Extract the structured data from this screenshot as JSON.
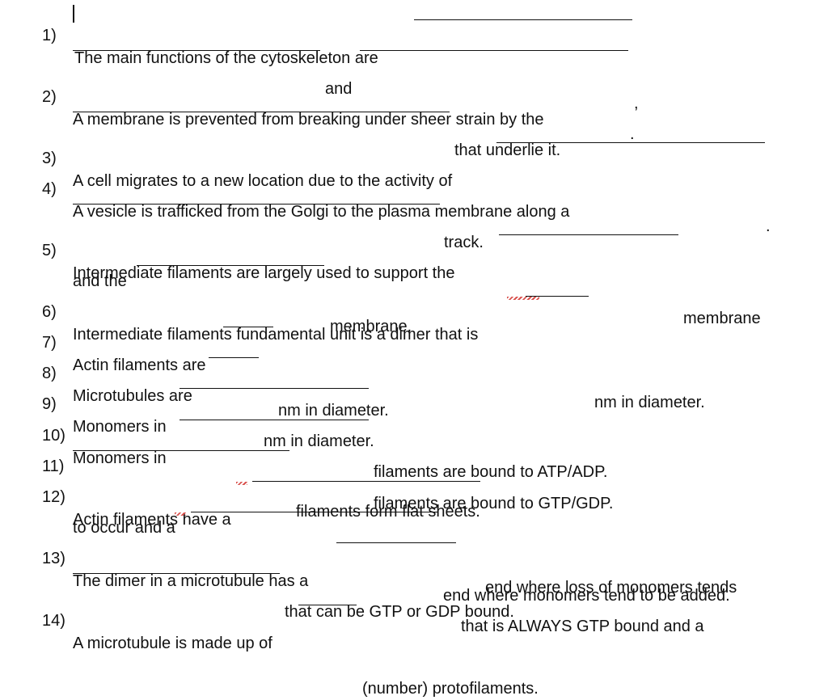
{
  "questions": [
    {
      "num": "1)",
      "segments": [
        "The main functions of the cytoskeleton are",
        ","
      ],
      "cont": [
        "and",
        "."
      ]
    },
    {
      "num": "2)",
      "segments": [
        "A membrane is prevented from breaking under sheer strain by the"
      ],
      "cont": [
        "that underlie it."
      ]
    },
    {
      "num": "3)",
      "segments": [
        "A cell migrates to a new location due to the activity of",
        "."
      ]
    },
    {
      "num": "4)",
      "segments": [
        "A vesicle is trafficked from the Golgi to the plasma membrane along a"
      ],
      "cont": [
        "track."
      ]
    },
    {
      "num": "5)",
      "segments": [
        "Intermediate filaments are largely used to support the",
        "membrane"
      ],
      "cont": [
        "and the",
        "membrane."
      ]
    },
    {
      "num": "6)",
      "segments": [
        "Intermediate filaments fundamental unit is a dimer that is",
        "nm in diameter."
      ]
    },
    {
      "num": "7)",
      "segments": [
        "Actin filaments are",
        "nm in diameter."
      ]
    },
    {
      "num": "8)",
      "segments": [
        "Microtubules are",
        "nm in diameter."
      ]
    },
    {
      "num": "9)",
      "segments": [
        "Monomers in",
        "filaments are bound to ATP/ADP."
      ]
    },
    {
      "num": "10)",
      "segments": [
        "Monomers in",
        "filaments are bound to GTP/GDP."
      ]
    },
    {
      "num": "11)",
      "segments": [
        "filaments form flat sheets."
      ]
    },
    {
      "num": "12)",
      "segments": [
        "Actin filaments have a",
        "end where loss of monomers tends"
      ],
      "cont": [
        "to occur and a",
        "end where monomers tend to be added."
      ]
    },
    {
      "num": "13)",
      "segments": [
        "The dimer in a microtubule has a",
        "that is ALWAYS GTP bound and a"
      ],
      "cont": [
        "that can be GTP or GDP bound."
      ]
    },
    {
      "num": "14)",
      "segments": [
        "A microtubule is made up of",
        "(number) protofilaments."
      ]
    }
  ]
}
